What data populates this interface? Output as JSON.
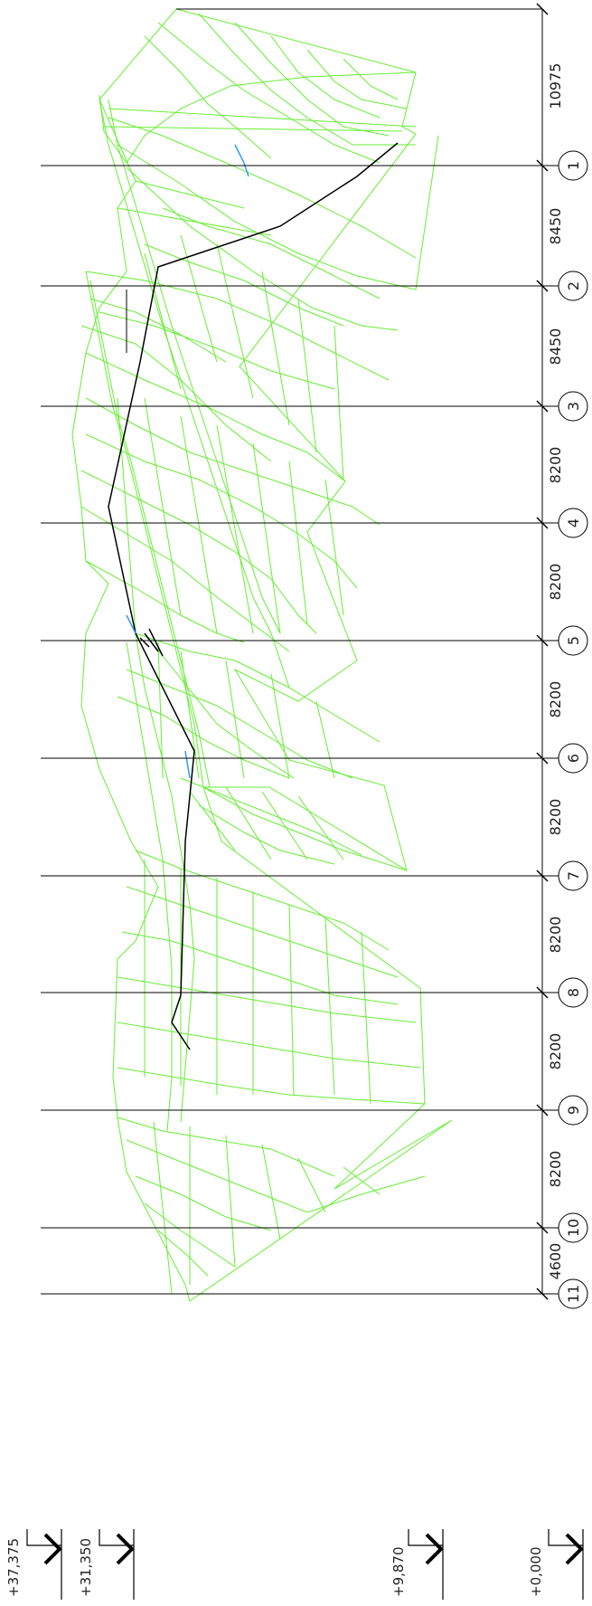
{
  "grid_axes": [
    "1",
    "2",
    "3",
    "4",
    "5",
    "6",
    "7",
    "8",
    "9",
    "10",
    "11"
  ],
  "bay_dimensions": [
    "10975",
    "8450",
    "8450",
    "8200",
    "8200",
    "8200",
    "8200",
    "8200",
    "8200",
    "8200",
    "4600"
  ],
  "elevation_levels": [
    "+37,375",
    "+31,350",
    "+9,870",
    "+0,000"
  ],
  "colors": {
    "mesh": "#66ee33",
    "lines": "#000000",
    "accent": "#3399ff"
  }
}
